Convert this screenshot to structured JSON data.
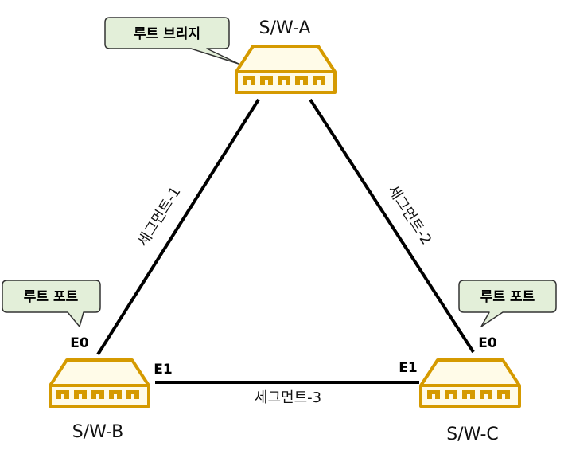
{
  "switches": {
    "a": {
      "name": "S/W-A"
    },
    "b": {
      "name": "S/W-B"
    },
    "c": {
      "name": "S/W-C"
    }
  },
  "segments": {
    "seg1": "세그먼트-1",
    "seg2": "세그먼트-2",
    "seg3": "세그먼트-3"
  },
  "ports": {
    "b_e0": "E0",
    "b_e1": "E1",
    "c_e0": "E0",
    "c_e1": "E1"
  },
  "callouts": {
    "root_bridge": "루트 브리지",
    "root_port_b": "루트 포트",
    "root_port_c": "루트 포트"
  },
  "colors": {
    "switch_fill": "#fffbe8",
    "switch_stroke": "#d59a00",
    "callout_fill": "#e3efd9",
    "callout_stroke": "#333333",
    "link": "#000000"
  }
}
